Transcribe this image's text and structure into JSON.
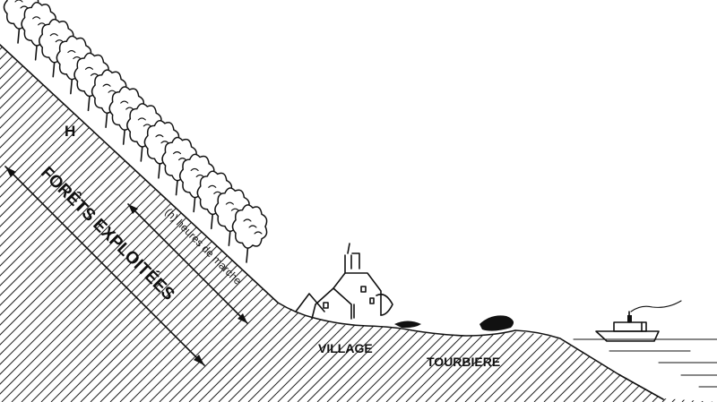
{
  "labels": {
    "h_marker": "H",
    "forests": "FORÊTS EXPLOITÉES",
    "walking_hours": "(h) heures de marche",
    "village": "VILLAGE",
    "peat_bog": "TOURBIERE"
  }
}
